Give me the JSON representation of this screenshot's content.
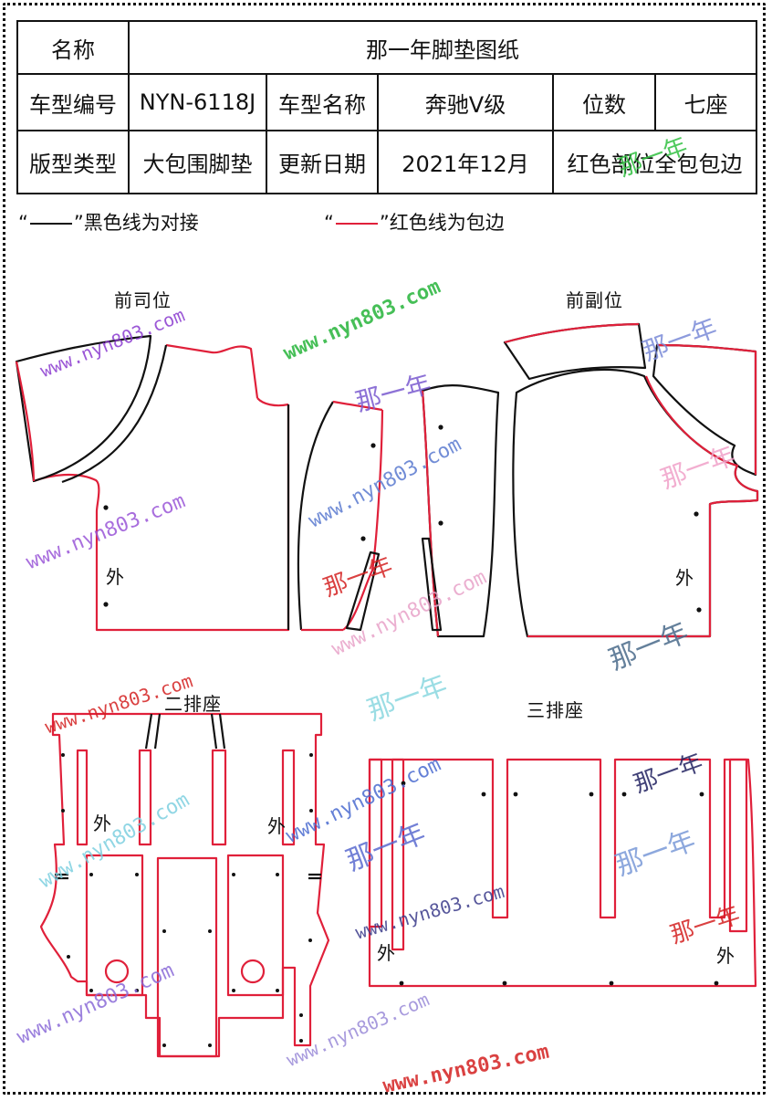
{
  "table": {
    "row1": {
      "label": "名称",
      "value": "那一年脚垫图纸"
    },
    "row2": {
      "model_code_label": "车型编号",
      "model_code": "NYN-6118J",
      "model_name_label": "车型名称",
      "model_name": "奔驰V级",
      "seats_label": "位数",
      "seats": "七座"
    },
    "row3": {
      "type_label": "版型类型",
      "type": "大包围脚垫",
      "date_label": "更新日期",
      "date": "2021年12月",
      "note": "红色部位全包包边"
    }
  },
  "legend": {
    "black_open": "“",
    "black_close": "”黑色线为对接",
    "red_open": "“",
    "red_close": "”红色线为包边",
    "black_color": "#111111",
    "red_color": "#e0203a"
  },
  "sections": {
    "front_driver": "前司位",
    "front_passenger": "前副位",
    "second_row": "二排座",
    "third_row": "三排座"
  },
  "outer_mark": "外",
  "watermarks": {
    "url": "www.nyn803.com",
    "brand": "那一年"
  }
}
